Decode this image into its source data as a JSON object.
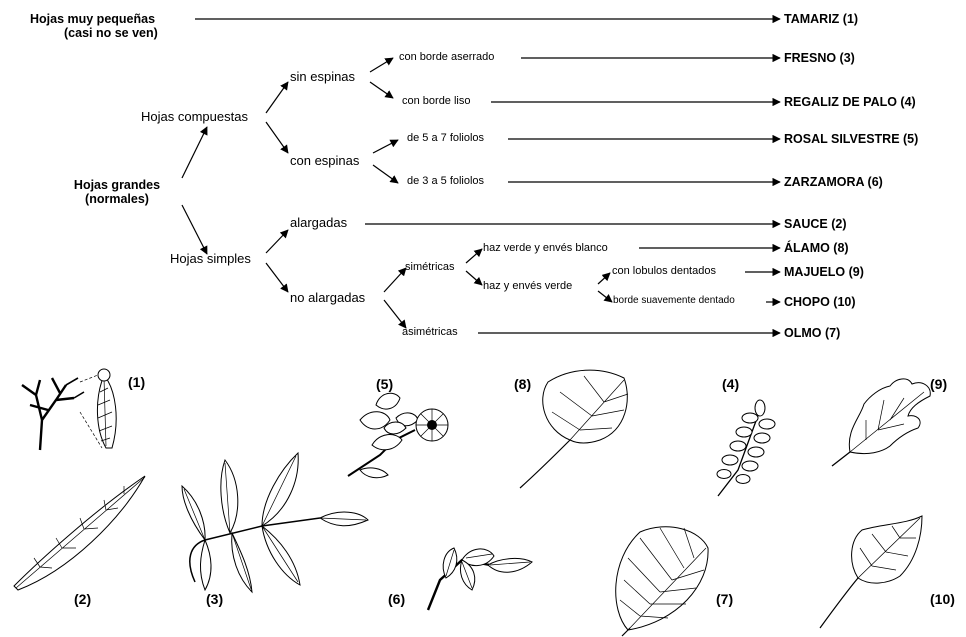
{
  "key": {
    "small_leaves": {
      "line1": "Hojas muy pequeñas",
      "line2": "(casi no se ven)"
    },
    "big_leaves": {
      "line1": "Hojas grandes",
      "line2": "(normales)"
    },
    "compound": "Hojas compuestas",
    "simple": "Hojas simples",
    "no_thorns": "sin espinas",
    "thorns": "con espinas",
    "serrated": "con borde aserrado",
    "smooth": "con borde liso",
    "leaflets_5_7": "de 5 a 7 foliolos",
    "leaflets_3_5": "de 3 a 5 foliolos",
    "elongated": "alargadas",
    "not_elongated": "no alargadas",
    "symmetric": "simétricas",
    "asymmetric": "asimétricas",
    "green_white": "haz verde y envés blanco",
    "green_green": "haz  y envés verde",
    "lobed": "con lobulos dentados",
    "soft_toothed": "borde suavemente dentado"
  },
  "results": {
    "tamariz": "TAMARIZ (1)",
    "fresno": "FRESNO (3)",
    "regaliz": "REGALIZ DE PALO (4)",
    "rosal": "ROSAL SILVESTRE (5)",
    "zarzamora": "ZARZAMORA (6)",
    "sauce": "SAUCE (2)",
    "alamo": "ÁLAMO (8)",
    "majuelo": "MAJUELO (9)",
    "chopo": "CHOPO (10)",
    "olmo": "OLMO (7)"
  },
  "figures": {
    "n1": "(1)",
    "n2": "(2)",
    "n3": "(3)",
    "n4": "(4)",
    "n5": "(5)",
    "n6": "(6)",
    "n7": "(7)",
    "n8": "(8)",
    "n9": "(9)",
    "n10": "(10)"
  }
}
